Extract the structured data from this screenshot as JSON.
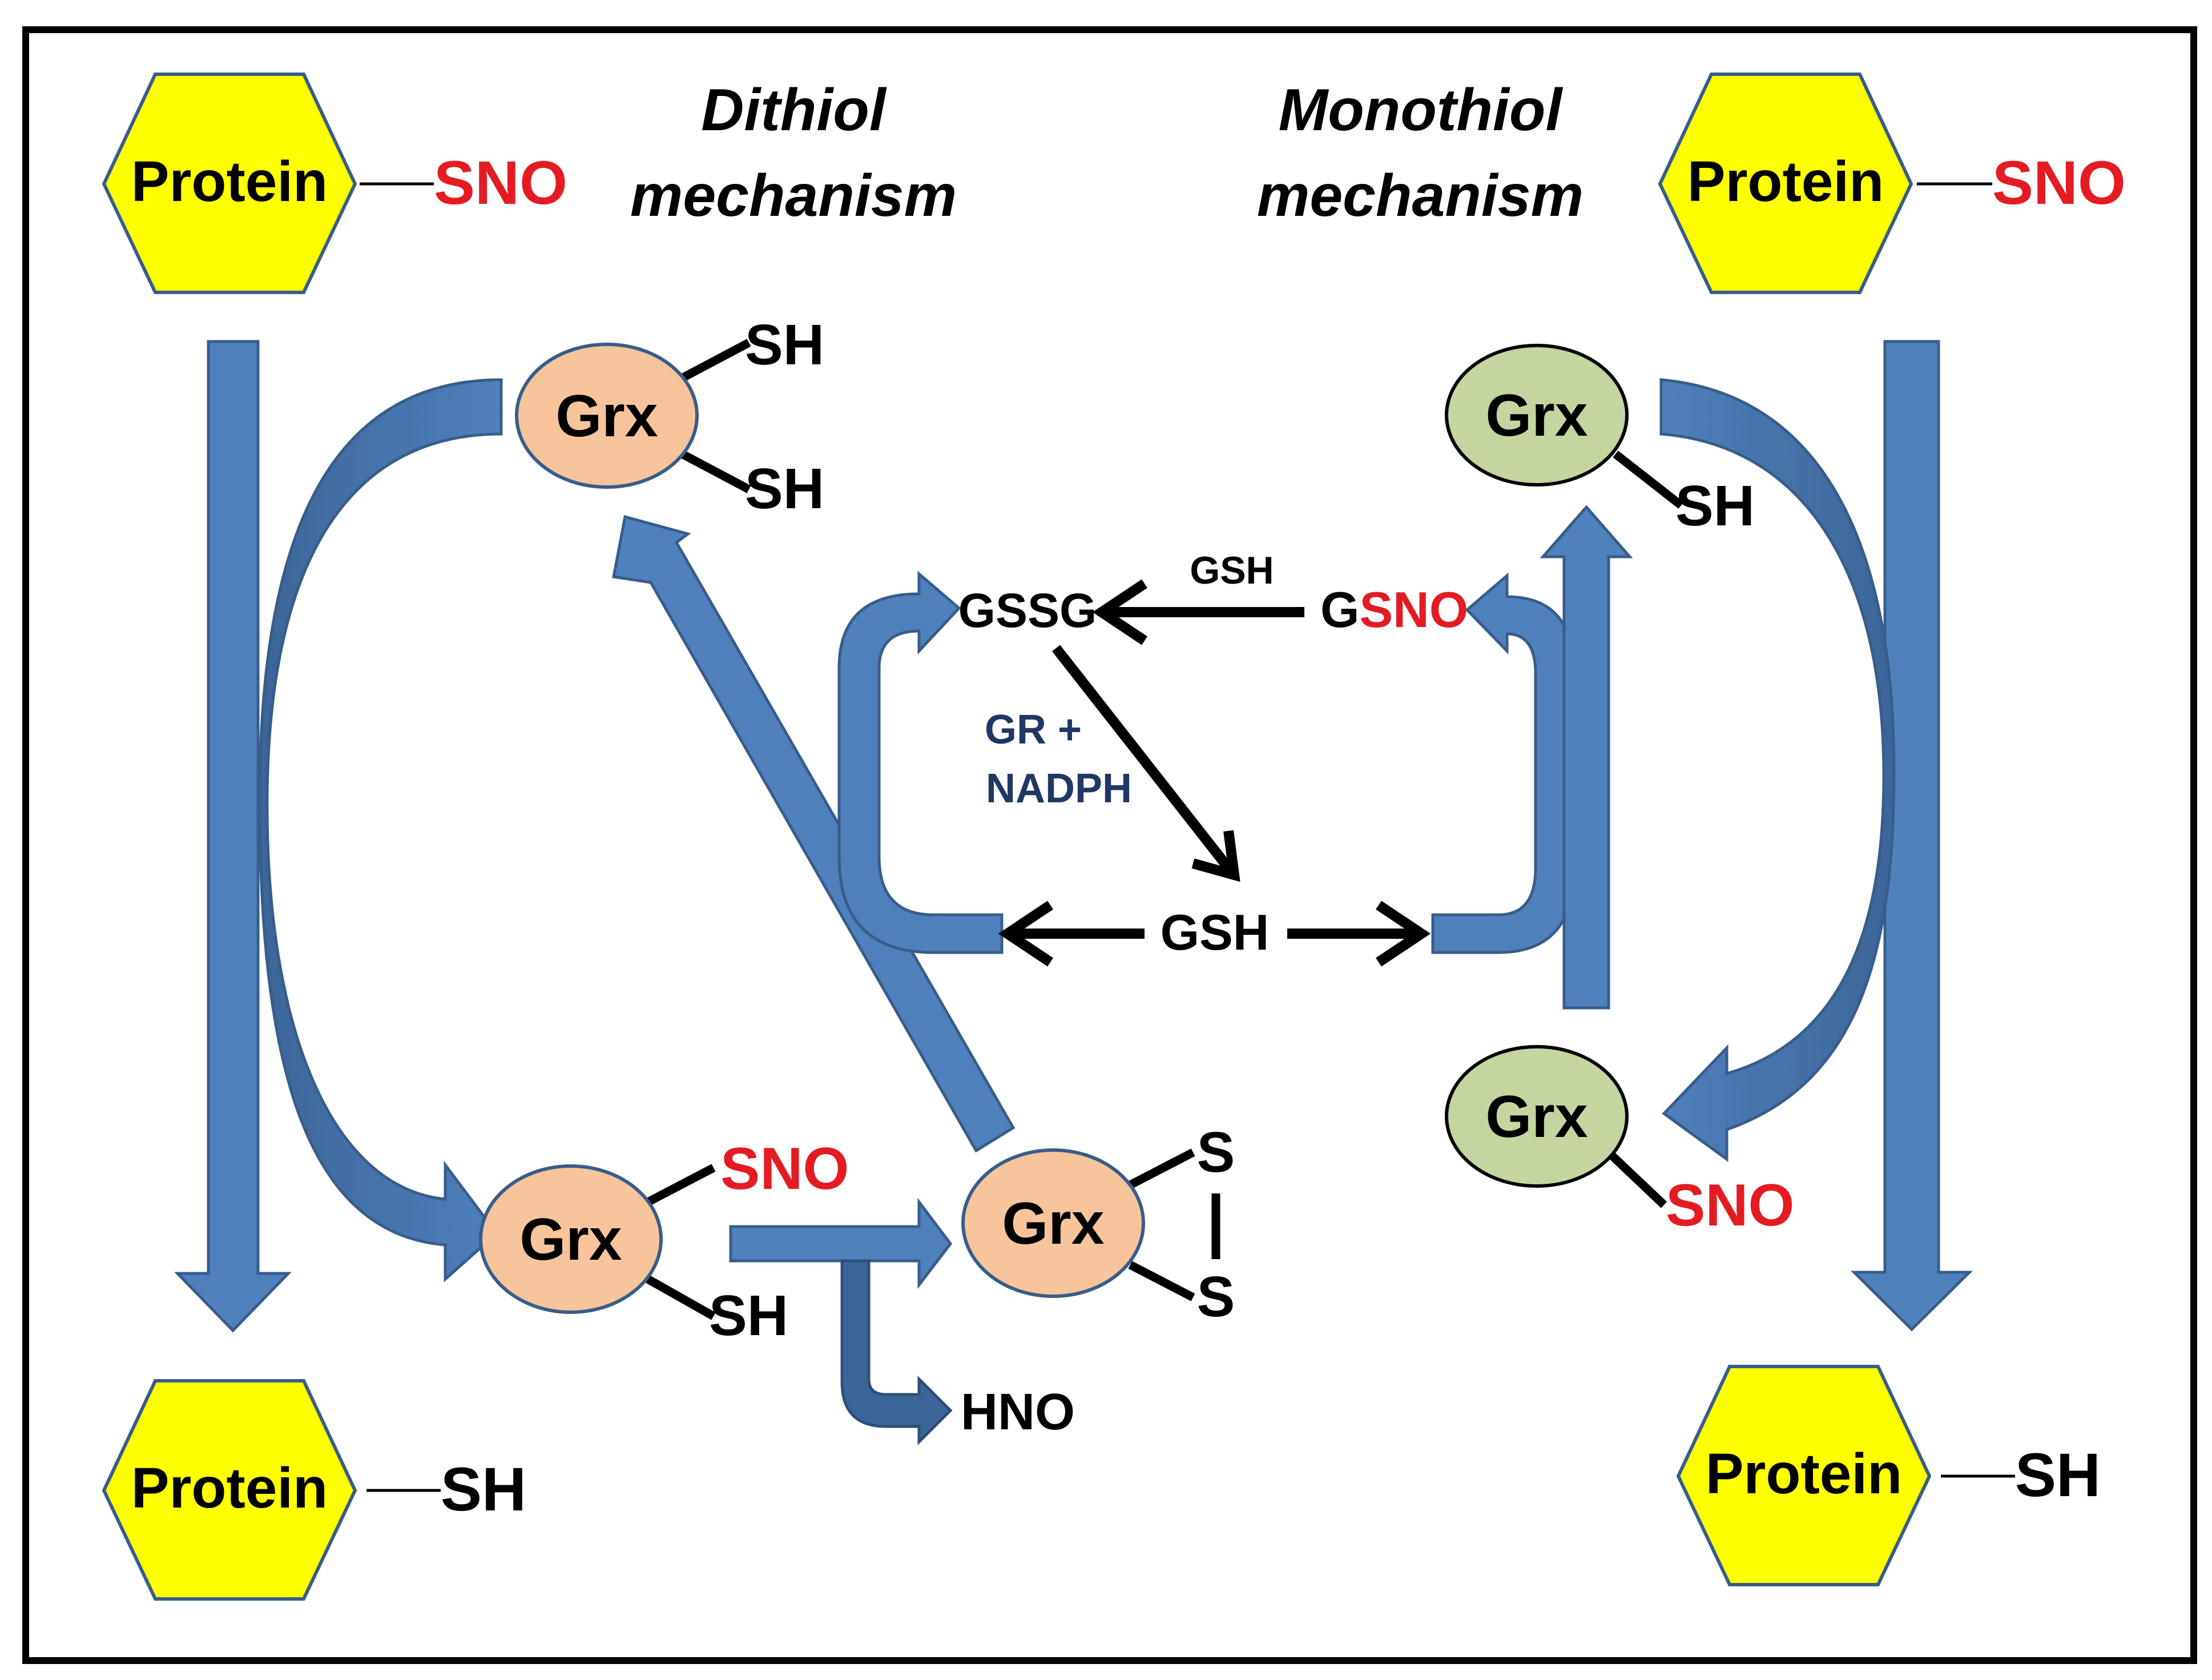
{
  "titles": {
    "left_line1": "Dithiol",
    "left_line2": "mechanism",
    "right_line1": "Monothiol",
    "right_line2": "mechanism"
  },
  "protein": {
    "label": "Protein",
    "sno": "SNO",
    "sh": "SH"
  },
  "grx": {
    "label": "Grx",
    "sh": "SH",
    "sno": "SNO",
    "s": "S"
  },
  "glutathione": {
    "gssg": "GSSG",
    "gsh_small": "GSH",
    "gsno_g": "G",
    "gsno_sno": "SNO",
    "gr_line1": "GR +",
    "gr_line2": "NADPH",
    "gsh_center": "GSH",
    "hno": "HNO"
  },
  "colors": {
    "protein_fill": "#ffff00",
    "dithiol_grx_fill": "#f8c49c",
    "monothiol_grx_fill": "#c4d59f",
    "arrow_fill": "#4f81bd",
    "arrow_dark": "#3a6598",
    "outline": "#385d8a",
    "sno_red": "#e41b23",
    "gr_navy": "#1f3864"
  }
}
